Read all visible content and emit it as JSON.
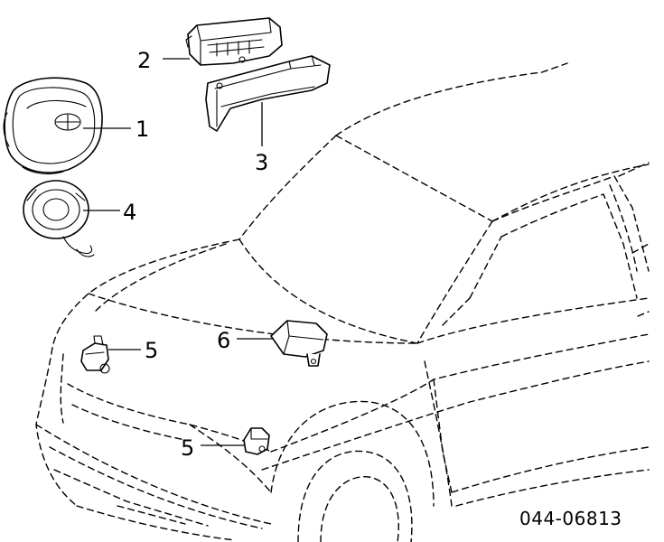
{
  "diagram": {
    "reference_number": "044-06813",
    "callouts": {
      "part_1": "1",
      "part_2": "2",
      "part_3": "3",
      "part_4": "4",
      "part_5_front": "5",
      "part_5_side": "5",
      "part_6": "6"
    },
    "icons": {
      "part_1": "steering-wheel-airbag-icon",
      "part_2": "passenger-airbag-icon",
      "part_3": "dashboard-panel-icon",
      "part_4": "spiral-cable-icon",
      "part_5_front": "front-sensor-icon",
      "part_5_side": "side-sensor-icon",
      "part_6": "control-module-icon"
    }
  }
}
